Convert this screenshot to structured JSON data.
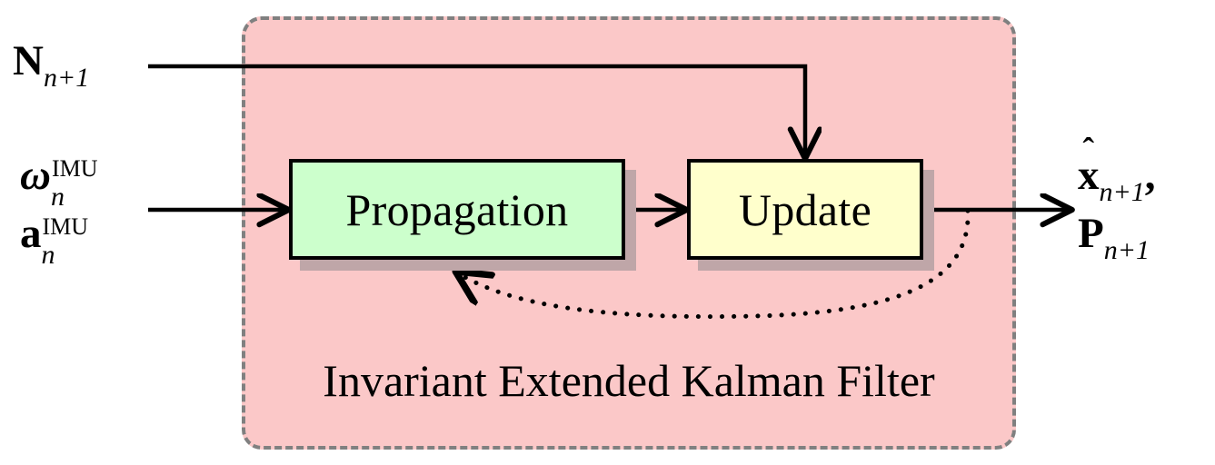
{
  "diagram": {
    "title": "Invariant Extended Kalman Filter block diagram",
    "container": {
      "caption": "Invariant Extended Kalman Filter",
      "fill_color": "#fbc8c8",
      "border_color": "#808080",
      "border_style": "dashed"
    },
    "blocks": [
      {
        "id": "propagation",
        "label": "Propagation",
        "fill_color": "#ccffcc",
        "border_color": "#000000",
        "shadow_color": "#bfa6a8"
      },
      {
        "id": "update",
        "label": "Update",
        "fill_color": "#ffffcc",
        "border_color": "#000000",
        "shadow_color": "#bfa6a8"
      }
    ],
    "inputs": {
      "measurement": {
        "base": "N",
        "subscript": "n+1",
        "description": "N_{n+1} measurement input into Update"
      },
      "imu": [
        {
          "base": "ω",
          "superscript": "IMU",
          "subscript": "n",
          "description": "angular velocity IMU input"
        },
        {
          "base": "a",
          "superscript": "IMU",
          "subscript": "n",
          "description": "acceleration IMU input"
        }
      ]
    },
    "outputs": [
      {
        "base": "x",
        "accent": "hat",
        "subscript": "n+1",
        "trailing": ",",
        "description": "state estimate output"
      },
      {
        "base": "P",
        "subscript": "n+1",
        "description": "covariance output"
      }
    ],
    "edges": [
      {
        "id": "imu-to-propagation",
        "style": "solid",
        "arrow": true,
        "from": "imu-labels",
        "to": "propagation"
      },
      {
        "id": "propagation-to-update",
        "style": "solid",
        "arrow": true,
        "from": "propagation",
        "to": "update"
      },
      {
        "id": "measurement-to-update",
        "style": "solid",
        "arrow": true,
        "from": "N_{n+1}",
        "to": "update"
      },
      {
        "id": "update-to-output",
        "style": "solid",
        "arrow": true,
        "from": "update",
        "to": "outputs"
      },
      {
        "id": "feedback",
        "style": "dotted",
        "arrow": true,
        "from": "update",
        "to": "propagation"
      }
    ]
  }
}
